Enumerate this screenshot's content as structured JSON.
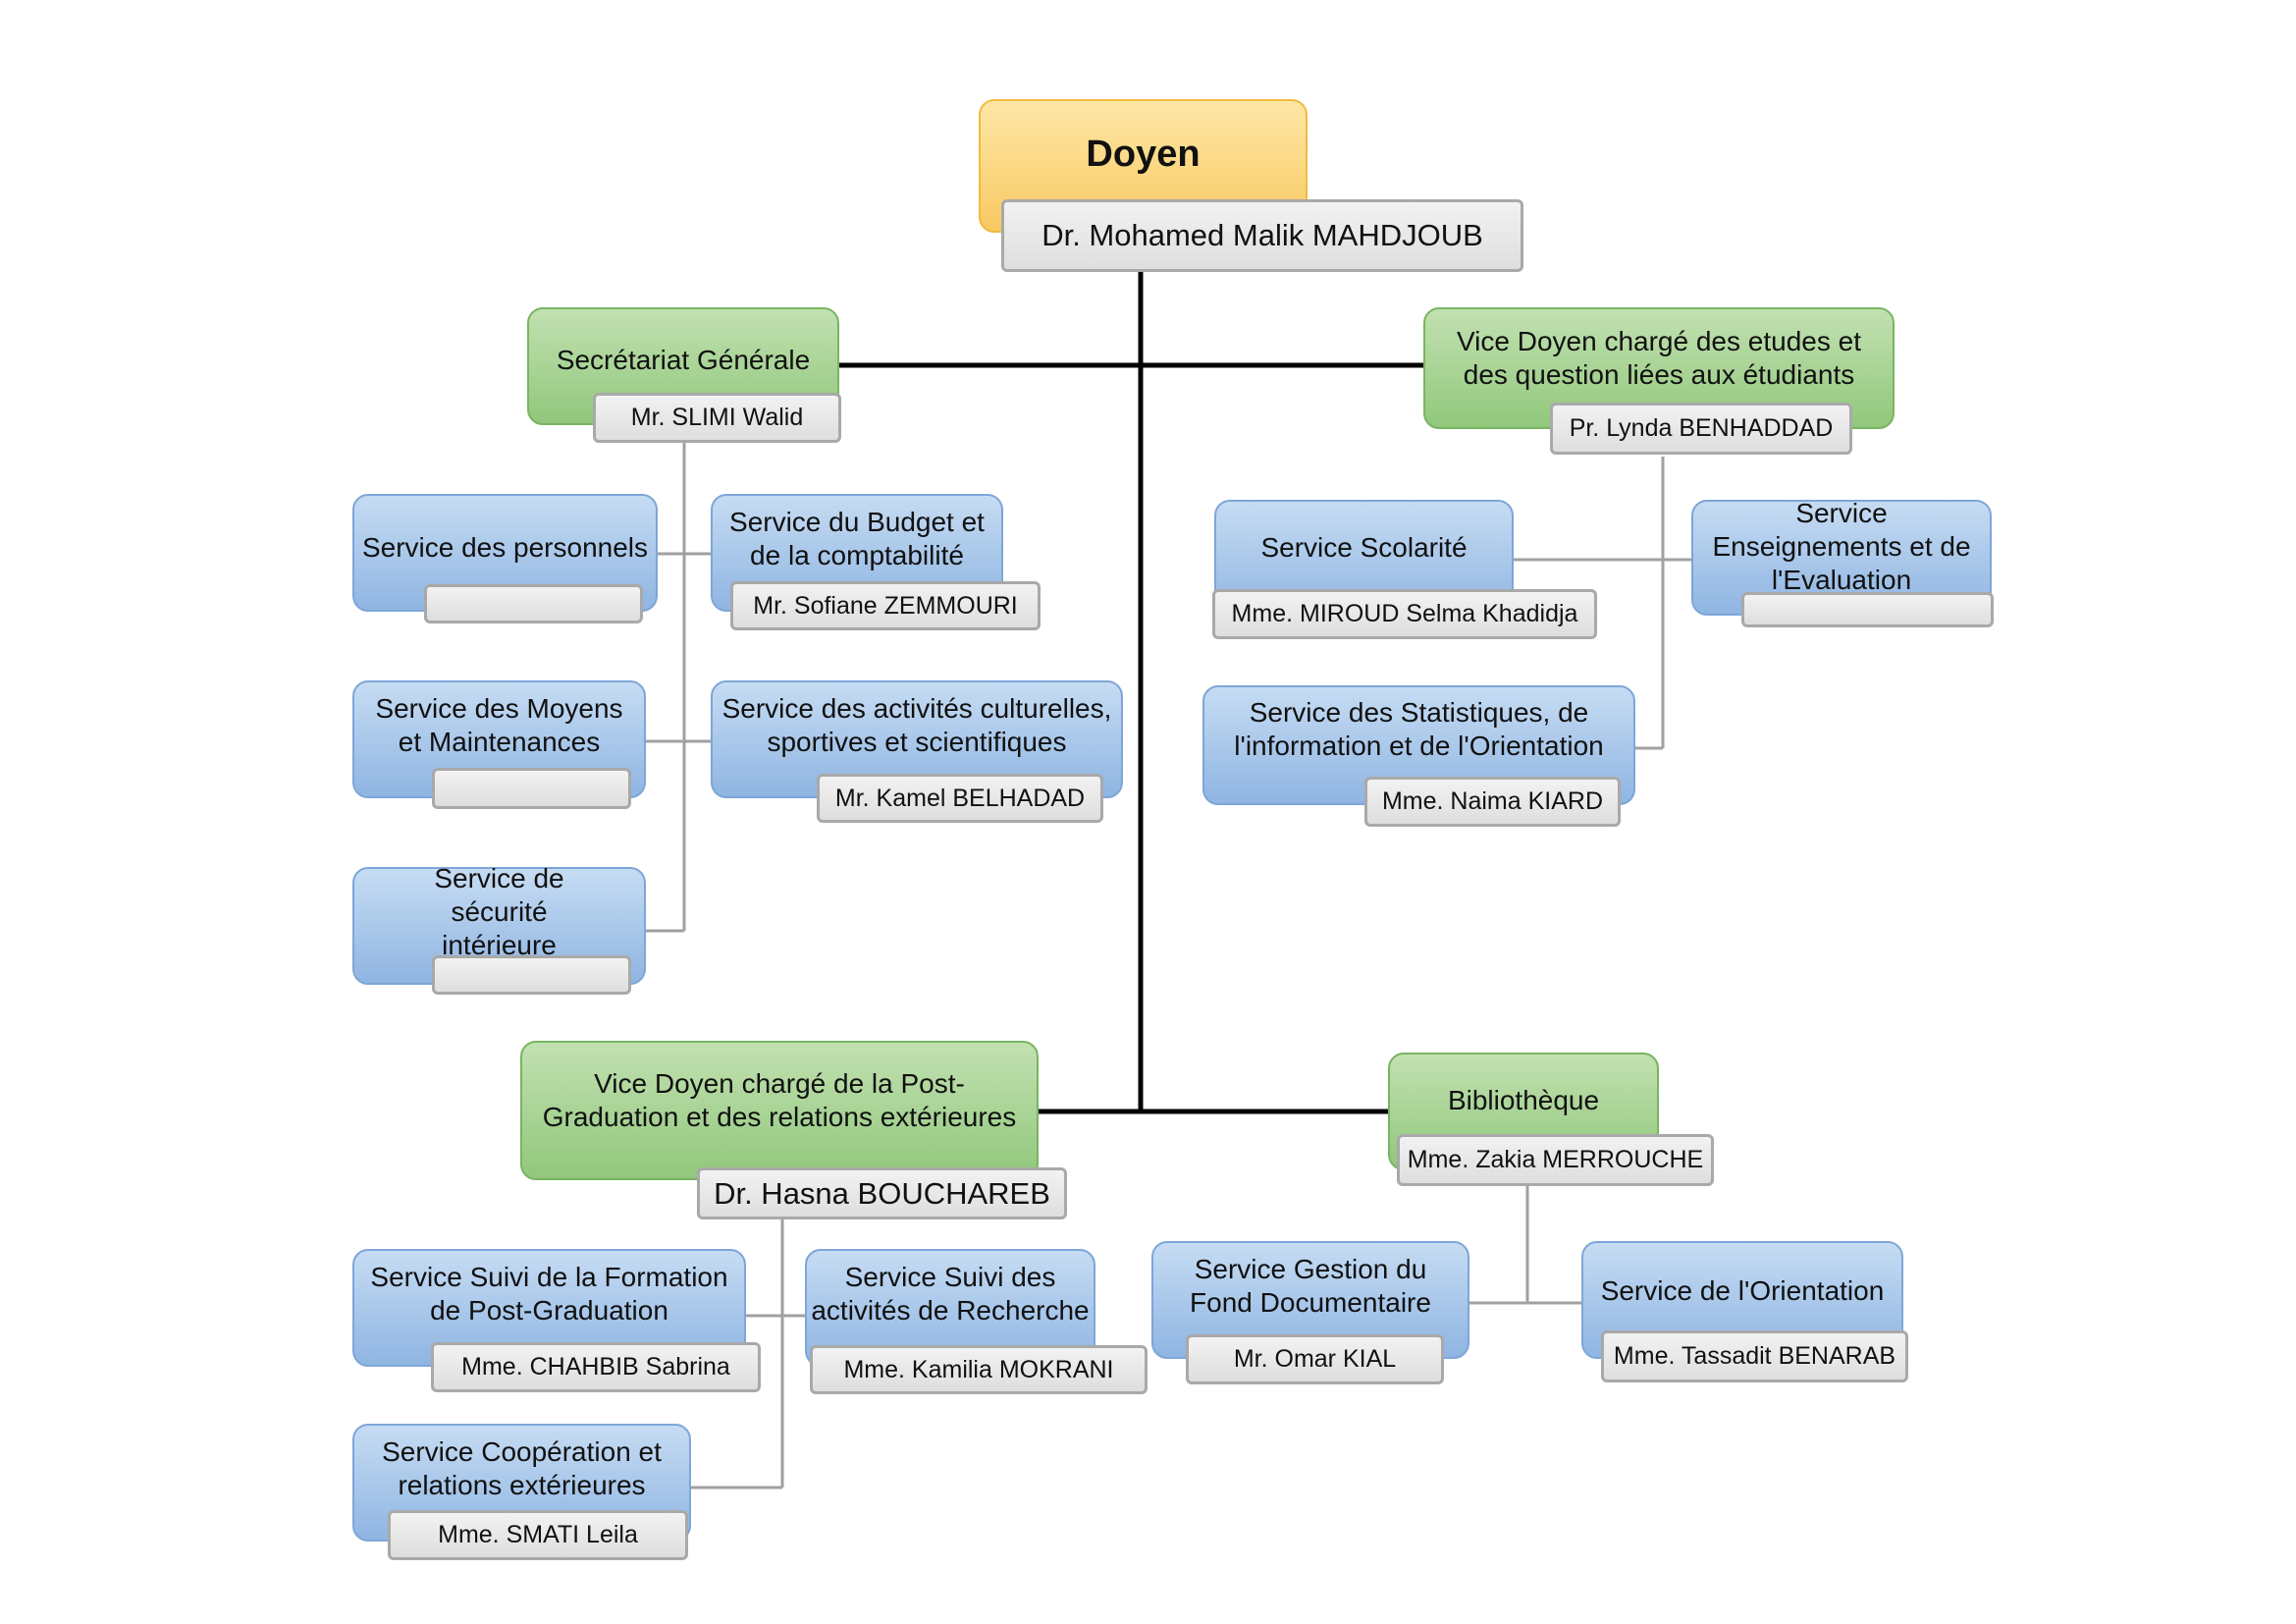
{
  "dean": {
    "title": "Doyen",
    "name": "Dr.  Mohamed Malik MAHDJOUB"
  },
  "secretariat": {
    "title": "Secrétariat Générale",
    "name": "Mr. SLIMI Walid",
    "services": [
      {
        "title": "Service des personnels",
        "name": ""
      },
      {
        "title": "Service du Budget et de la comptabilité",
        "name": "Mr. Sofiane ZEMMOURI"
      },
      {
        "title": "Service des Moyens et Maintenances",
        "name": ""
      },
      {
        "title": "Service des activités culturelles, sportives et scientifiques",
        "name": "Mr. Kamel BELHADAD"
      },
      {
        "title": "Service de sécurité intérieure",
        "name": ""
      }
    ]
  },
  "vd_etudes": {
    "title": "Vice Doyen chargé des etudes et des question liées aux étudiants",
    "name": "Pr. Lynda BENHADDAD",
    "services": [
      {
        "title": "Service Scolarité",
        "name": "Mme. MIROUD Selma Khadidja"
      },
      {
        "title": "Service Enseignements et de l'Evaluation",
        "name": ""
      },
      {
        "title": "Service des Statistiques, de l'information et de l'Orientation",
        "name": "Mme. Naima KIARD"
      }
    ]
  },
  "vd_pg": {
    "title": "Vice Doyen chargé de la Post-Graduation et des relations extérieures",
    "name": "Dr. Hasna BOUCHAREB",
    "services": [
      {
        "title": "Service Suivi de la Formation de Post-Graduation",
        "name": "Mme. CHAHBIB Sabrina"
      },
      {
        "title": "Service Suivi des activités de Recherche",
        "name": "Mme. Kamilia MOKRANI"
      },
      {
        "title": "Service Coopération et relations extérieures",
        "name": "Mme. SMATI Leila"
      }
    ]
  },
  "bibliotheque": {
    "title": "Bibliothèque",
    "name": "Mme. Zakia MERROUCHE",
    "services": [
      {
        "title": "Service Gestion du Fond Documentaire",
        "name": "Mr. Omar KIAL"
      },
      {
        "title": "Service de l'Orientation",
        "name": "Mme. Tassadit BENARAB"
      }
    ]
  },
  "colors": {
    "unit": "#91c77c",
    "service": "#8fb5e2",
    "dean": "#f9c962"
  }
}
